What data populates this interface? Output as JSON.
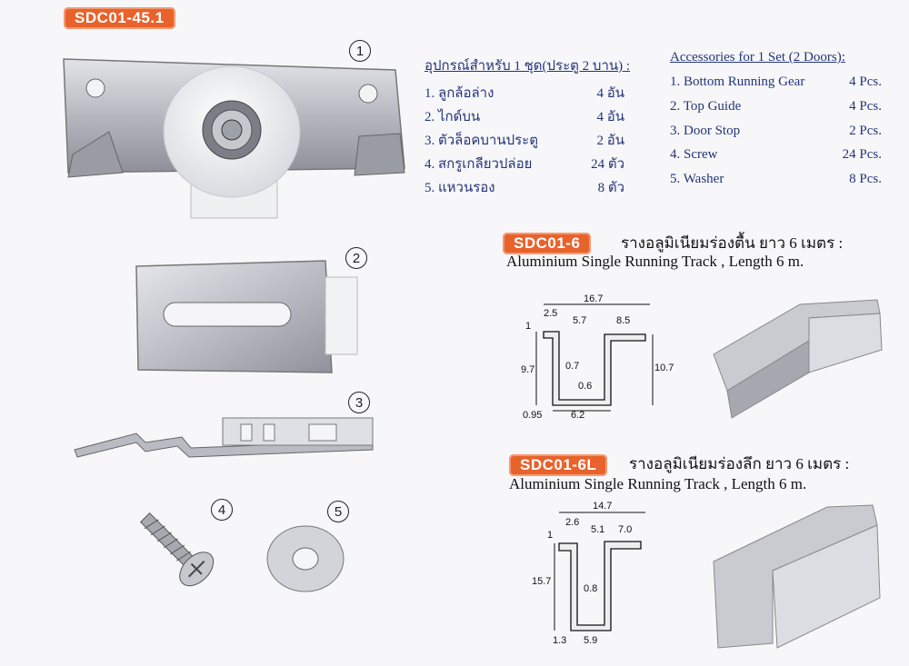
{
  "model_main": "SDC01-45.1",
  "markers": [
    "1",
    "2",
    "3",
    "4",
    "5"
  ],
  "thai_list": {
    "title": "อุปกรณ์สำหรับ 1 ชุด(ประตู 2 บาน) :",
    "items": [
      {
        "label": "1. ลูกล้อล่าง",
        "qty": "4 อัน"
      },
      {
        "label": "2. ไกด์บน",
        "qty": "4 อัน"
      },
      {
        "label": "3. ตัวล็อคบานประตู",
        "qty": "2 อัน"
      },
      {
        "label": "4. สกรูเกลียวปล่อย",
        "qty": "24 ตัว"
      },
      {
        "label": "5. แหวนรอง",
        "qty": "8 ตัว"
      }
    ]
  },
  "eng_list": {
    "title": "Accessories for 1 Set (2 Doors):",
    "items": [
      {
        "label": "1. Bottom Running Gear",
        "qty": "4 Pcs."
      },
      {
        "label": "2. Top Guide",
        "qty": "4 Pcs."
      },
      {
        "label": "3. Door Stop",
        "qty": "2 Pcs."
      },
      {
        "label": "4. Screw",
        "qty": "24 Pcs."
      },
      {
        "label": "5. Washer",
        "qty": "8 Pcs."
      }
    ]
  },
  "track1": {
    "model": "SDC01-6",
    "thai": "รางอลูมิเนียมร่องตื้น ยาว 6 เมตร :",
    "eng": "Aluminium Single Running Track , Length 6 m.",
    "dims": {
      "total": "16.7",
      "a": "2.5",
      "b": "5.7",
      "c": "8.5",
      "d": "1",
      "e": "9.7",
      "f": "0.7",
      "g": "10.7",
      "h": "0.6",
      "i": "0.95",
      "j": "6.2"
    }
  },
  "track2": {
    "model": "SDC01-6L",
    "thai": "รางอลูมิเนียมร่องลึก ยาว 6 เมตร :",
    "eng": "Aluminium Single Running Track , Length 6 m.",
    "dims": {
      "total": "14.7",
      "a": "2.6",
      "b": "5.1",
      "c": "7.0",
      "d": "1",
      "e": "15.7",
      "f": "0.8",
      "g": "1.3",
      "h": "5.9"
    }
  },
  "colors": {
    "accent": "#e8622c",
    "text": "#23347a"
  }
}
